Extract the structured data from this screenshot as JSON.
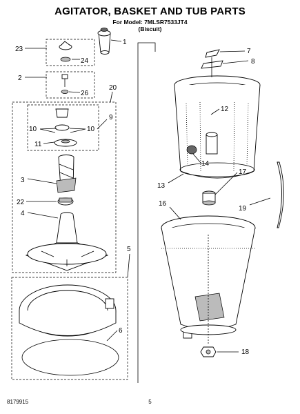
{
  "header": {
    "title": "AGITATOR, BASKET AND TUB PARTS",
    "model": "For Model: 7MLSR7533JT4",
    "color": "(Biscuit)"
  },
  "footer": {
    "doc_number": "8179915",
    "page": "5"
  },
  "callouts": [
    "1",
    "2",
    "3",
    "4",
    "5",
    "6",
    "7",
    "8",
    "9",
    "10",
    "10",
    "11",
    "12",
    "13",
    "14",
    "16",
    "17",
    "18",
    "19",
    "20",
    "22",
    "23",
    "24",
    "26"
  ]
}
